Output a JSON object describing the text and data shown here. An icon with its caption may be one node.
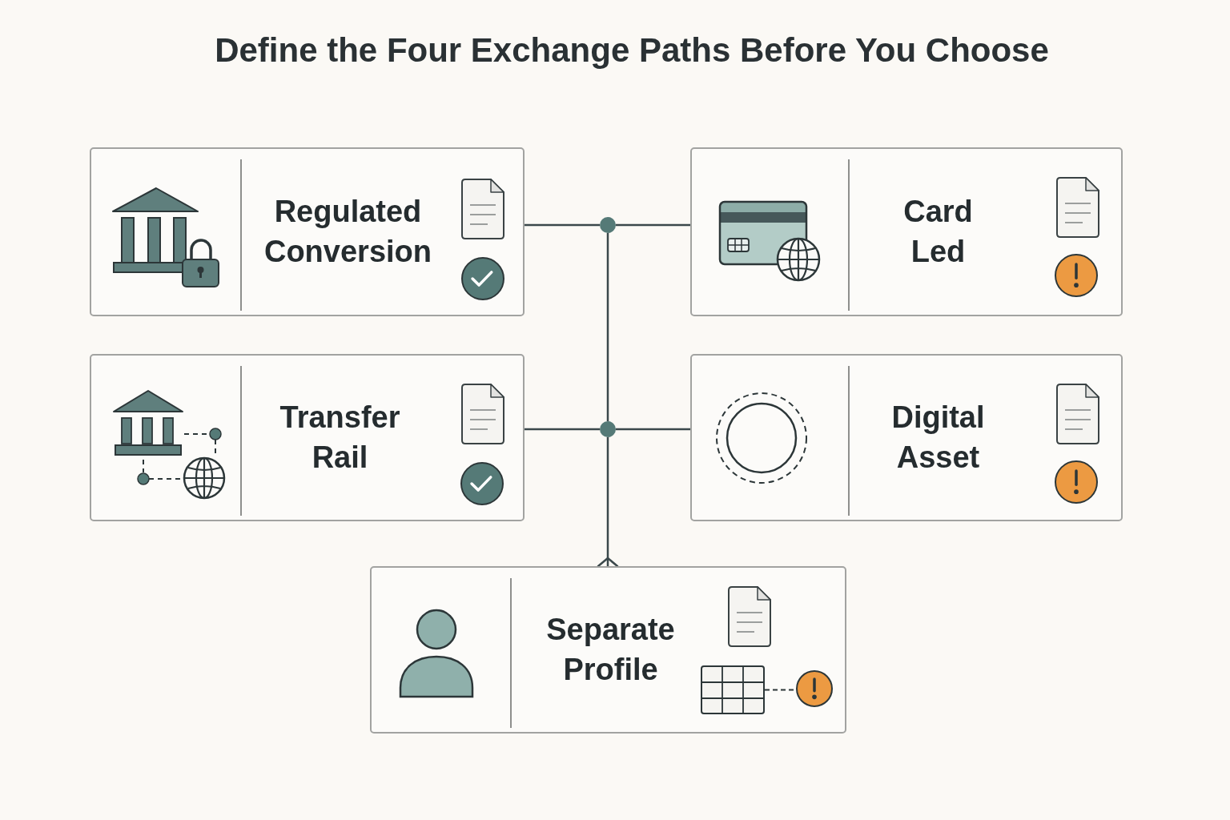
{
  "diagram": {
    "title": "Define the Four Exchange Paths Before You Choose",
    "nodes": [
      {
        "text": [
          "Regulated Conversion"
        ]
      },
      {
        "text": [],
        "shape": "circle"
      },
      {
        "text": [
          "Card Led"
        ]
      },
      {
        "text": [
          "Transfer Rail"
        ]
      },
      {
        "text": [],
        "shape": "circle"
      },
      {
        "text": [
          "Digital Asset"
        ]
      },
      {
        "text": [
          "Separate Profile"
        ]
      }
    ],
    "edges": [
      {
        "from": 0,
        "to": 1,
        "arrow": "none"
      },
      {
        "from": 1,
        "to": 2,
        "arrow": "none"
      },
      {
        "from": 1,
        "to": 4,
        "arrow": "none"
      },
      {
        "from": 3,
        "to": 4,
        "arrow": "none"
      },
      {
        "from": 4,
        "to": 5,
        "arrow": "none"
      },
      {
        "from": 4,
        "to": 6,
        "arrow": "other"
      }
    ]
  }
}
